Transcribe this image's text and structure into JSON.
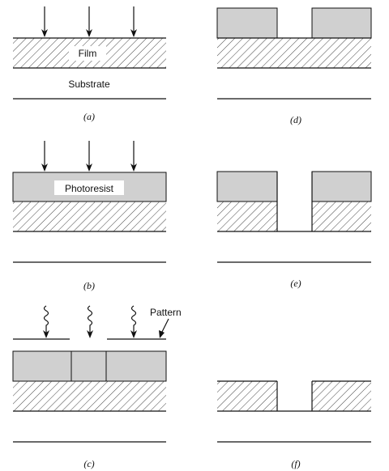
{
  "labels": {
    "film": "Film",
    "substrate": "Substrate",
    "photoresist": "Photoresist",
    "pattern": "Pattern"
  },
  "captions": {
    "a": "(a)",
    "b": "(b)",
    "c": "(c)",
    "d": "(d)",
    "e": "(e)",
    "f": "(f)"
  },
  "colors": {
    "photoresist_fill": "#d0d0d0",
    "line": "#111111",
    "hatch": "#444444"
  },
  "icons": {
    "arrow": "straight-arrow-icon",
    "squiggle": "squiggly-light-arrow-icon"
  }
}
